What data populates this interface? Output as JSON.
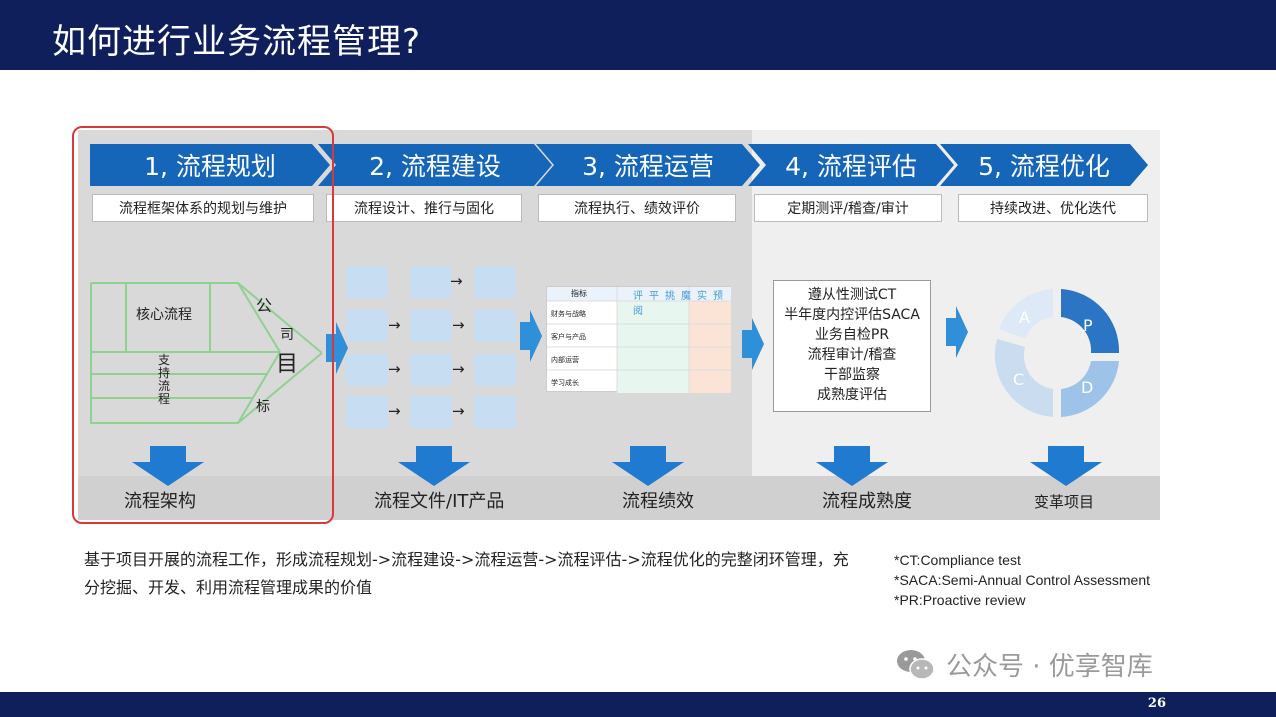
{
  "title": "如何进行业务流程管理?",
  "page_number": "26",
  "stages": [
    {
      "label": "1, 流程规划",
      "subtitle": "流程框架体系的规划与维护",
      "output": "流程架构"
    },
    {
      "label": "2, 流程建设",
      "subtitle": "流程设计、推行与固化",
      "output": "流程文件/IT产品"
    },
    {
      "label": "3, 流程运营",
      "subtitle": "流程执行、绩效评价",
      "output": "流程绩效"
    },
    {
      "label": "4, 流程评估",
      "subtitle": "定期测评/稽查/审计",
      "output": "流程成熟度"
    },
    {
      "label": "5, 流程优化",
      "subtitle": "持续改进、优化迭代",
      "output": "变革项目"
    }
  ],
  "stage1_diagram": {
    "core": "核心流程",
    "support": "支持流程",
    "company_goal": [
      "公",
      "司",
      "目",
      "标"
    ]
  },
  "stage3_table": {
    "header_left": "指标",
    "header_cols": [
      "评",
      "平",
      "挑",
      "魔",
      "实",
      "预",
      "阅"
    ],
    "rows": [
      "财务与战略",
      "客户与产品",
      "内部运营",
      "学习成长"
    ]
  },
  "stage4_items": [
    "遵从性测试CT",
    "半年度内控评估SACA",
    "业务自检PR",
    "流程审计/稽查",
    "干部监察",
    "成熟度评估"
  ],
  "pdca": [
    "A",
    "P",
    "C",
    "D"
  ],
  "description": "基于项目开展的流程工作，形成流程规划->流程建设->流程运营->流程评估->流程优化的完整闭环管理，充分挖掘、开发、利用流程管理成果的价值",
  "notes": [
    "*CT:Compliance  test",
    "*SACA:Semi-Annual Control Assessment",
    "*PR:Proactive review"
  ],
  "watermark": "公众号 · 优享智库",
  "colors": {
    "navy": "#0f1f5c",
    "blue": "#1565b8",
    "light_blue": "#c7ddf2",
    "highlight": "#d83a3a"
  }
}
